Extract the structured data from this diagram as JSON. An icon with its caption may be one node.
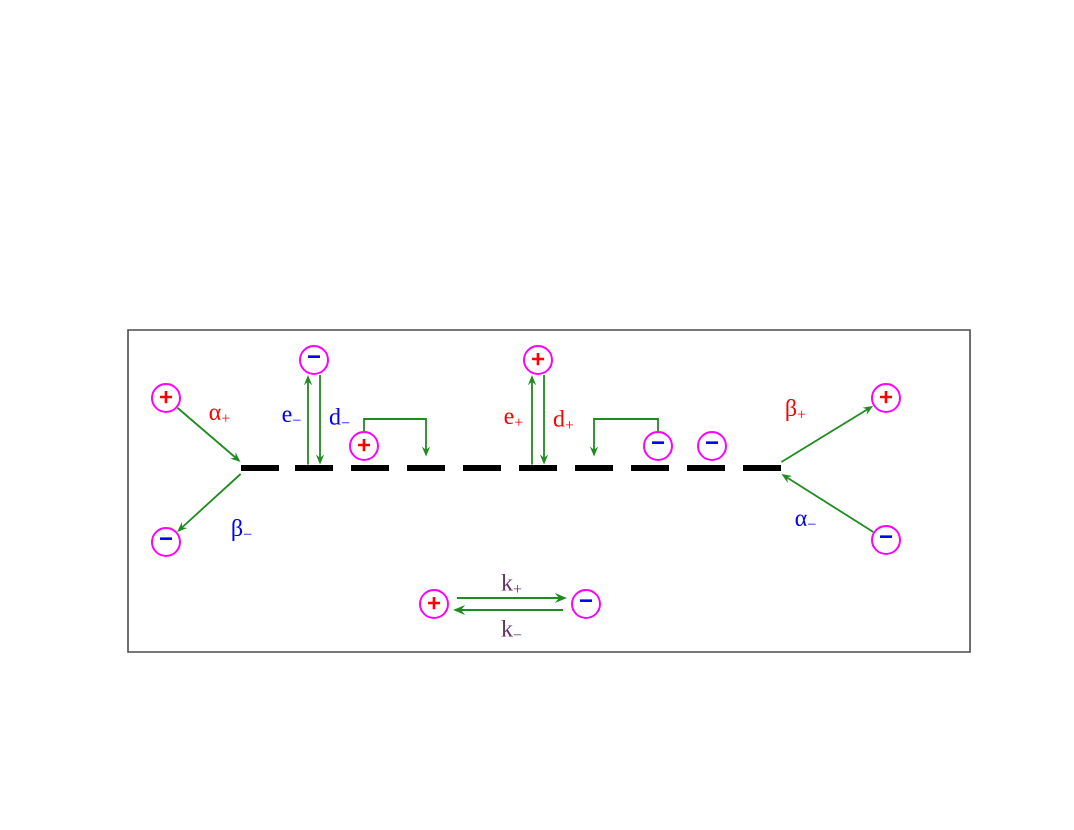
{
  "diagram": {
    "nodes": [
      {
        "text": [
          "+"
        ]
      },
      {
        "text": [
          "−"
        ]
      },
      {
        "text": [
          "+"
        ]
      },
      {
        "text": [
          "+"
        ]
      },
      {
        "text": [
          "−"
        ]
      },
      {
        "text": [
          "−"
        ]
      },
      {
        "text": [],
        "shape": "bar"
      },
      {
        "text": [],
        "shape": "bar"
      },
      {
        "text": [],
        "shape": "bar"
      },
      {
        "text": [],
        "shape": "bar"
      },
      {
        "text": [],
        "shape": "bar"
      },
      {
        "text": [],
        "shape": "bar"
      },
      {
        "text": [],
        "shape": "bar"
      },
      {
        "text": [],
        "shape": "bar"
      },
      {
        "text": [],
        "shape": "bar"
      },
      {
        "text": [],
        "shape": "bar"
      },
      {
        "text": [
          "+"
        ]
      },
      {
        "text": [
          "−"
        ]
      },
      {
        "text": [
          "−"
        ]
      },
      {
        "text": [
          "+"
        ]
      },
      {
        "text": [
          "−"
        ]
      }
    ],
    "edges": [
      {
        "from": 0,
        "to": 6,
        "arrow": "to",
        "label": "α$_{+}$"
      },
      {
        "from": 6,
        "to": 4,
        "arrow": "to",
        "label": "β$_{−}$"
      },
      {
        "from": 7,
        "to": 1,
        "arrow": "to",
        "label": "e$_{−}$"
      },
      {
        "from": 1,
        "to": 7,
        "arrow": "to",
        "label": "d$_{−}$"
      },
      {
        "from": 16,
        "to": 9,
        "arrow": "to"
      },
      {
        "from": 11,
        "to": 2,
        "arrow": "to",
        "label": "e$_{+}$"
      },
      {
        "from": 2,
        "to": 11,
        "arrow": "to",
        "label": "d$_{+}$"
      },
      {
        "from": 17,
        "to": 12,
        "arrow": "to"
      },
      {
        "from": 15,
        "to": 3,
        "arrow": "to",
        "label": "β$_{+}$"
      },
      {
        "from": 5,
        "to": 15,
        "arrow": "to",
        "label": "α$_{−}$"
      },
      {
        "from": 19,
        "to": 20,
        "arrow": "to",
        "label": "k$_{+}$"
      },
      {
        "from": 20,
        "to": 19,
        "arrow": "to",
        "label": "k$_{−}$"
      }
    ]
  }
}
